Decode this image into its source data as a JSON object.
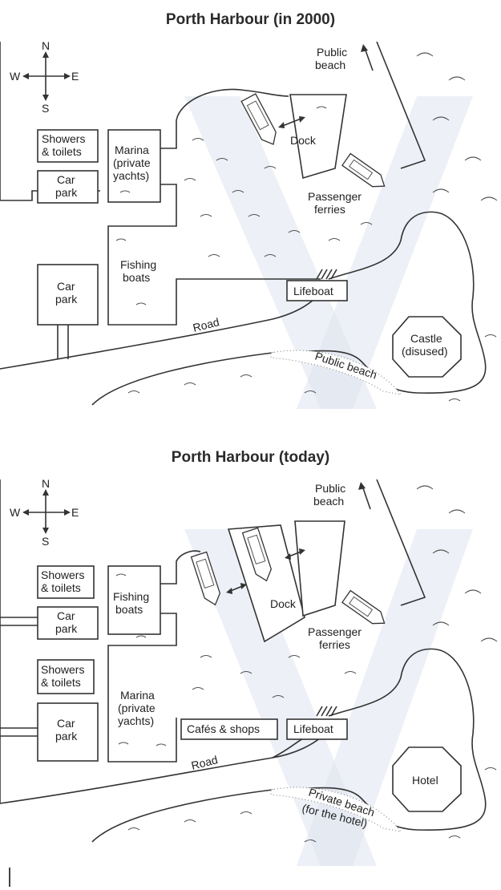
{
  "map_2000": {
    "title": "Porth Harbour (in 2000)",
    "compass": {
      "n": "N",
      "s": "S",
      "e": "E",
      "w": "W"
    },
    "public_beach_top": [
      "Public",
      "beach"
    ],
    "showers": [
      "Showers",
      "& toilets"
    ],
    "car_park_1": [
      "Car",
      "park"
    ],
    "car_park_2": [
      "Car",
      "park"
    ],
    "marina": [
      "Marina",
      "(private",
      "yachts)"
    ],
    "fishing": [
      "Fishing",
      "boats"
    ],
    "dock": "Dock",
    "ferries": [
      "Passenger",
      "ferries"
    ],
    "lifeboat": "Lifeboat",
    "road": "Road",
    "castle": [
      "Castle",
      "(disused)"
    ],
    "beach_bottom": "Public beach"
  },
  "map_today": {
    "title": "Porth Harbour (today)",
    "compass": {
      "n": "N",
      "s": "S",
      "e": "E",
      "w": "W"
    },
    "public_beach_top": [
      "Public",
      "beach"
    ],
    "showers_1": [
      "Showers",
      "& toilets"
    ],
    "car_park_1": [
      "Car",
      "park"
    ],
    "showers_2": [
      "Showers",
      "& toilets"
    ],
    "car_park_2": [
      "Car",
      "park"
    ],
    "fishing": [
      "Fishing",
      "boats"
    ],
    "marina": [
      "Marina",
      "(private",
      "yachts)"
    ],
    "cafes": "Cafés & shops",
    "lifeboat": "Lifeboat",
    "dock": "Dock",
    "ferries": [
      "Passenger",
      "ferries"
    ],
    "road": "Road",
    "hotel": "Hotel",
    "beach_bottom": "Private beach",
    "beach_bottom_note": "(for the hotel)"
  }
}
